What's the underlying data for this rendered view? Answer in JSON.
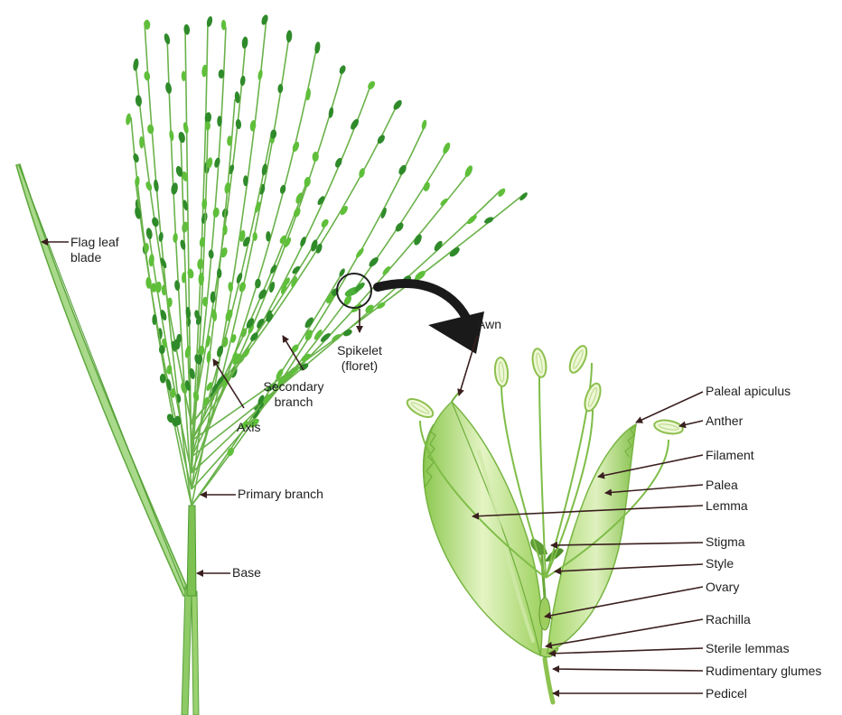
{
  "panicle_labels": {
    "flag_leaf_blade_1": "Flag leaf",
    "flag_leaf_blade_2": "blade",
    "spikelet_1": "Spikelet",
    "spikelet_2": "(floret)",
    "secondary_branch_1": "Secondary",
    "secondary_branch_2": "branch",
    "axis": "Axis",
    "primary_branch": "Primary branch",
    "base": "Base"
  },
  "floret_labels": {
    "awn": "Awn",
    "paleal_apiculus": "Paleal apiculus",
    "anther": "Anther",
    "filament": "Filament",
    "palea": "Palea",
    "lemma": "Lemma",
    "stigma": "Stigma",
    "style": "Style",
    "ovary": "Ovary",
    "rachilla": "Rachilla",
    "sterile_lemmas": "Sterile lemmas",
    "rudimentary_glumes": "Rudimentary glumes",
    "pedicel": "Pedicel"
  },
  "colors": {
    "grain_dark": "#2f8a2a",
    "grain_light": "#5fbf3a",
    "stem": "#6ab24a",
    "floret_fill": "#bfe38a",
    "floret_edge": "#7cb342",
    "arrow": "#3a1f1f",
    "big_arrow": "#1a1a1a"
  }
}
